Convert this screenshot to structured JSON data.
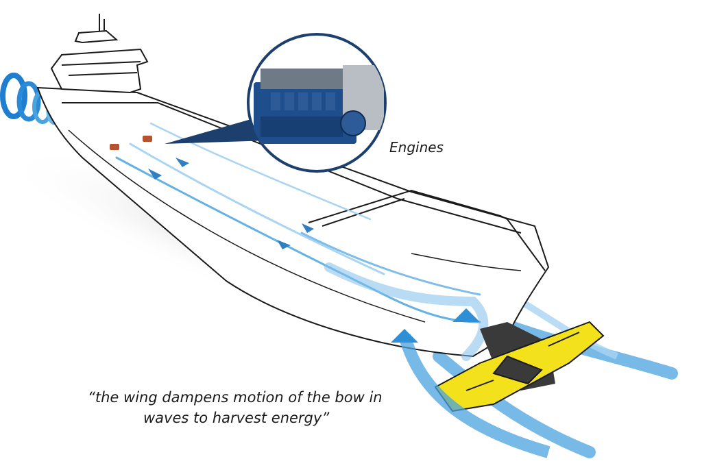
{
  "labels": {
    "engines": "Engines",
    "quote_line1": "“the wing dampens motion of the bow in",
    "quote_line2": "waves to harvest energy”"
  },
  "colors": {
    "flow_blue": "#4aa3df",
    "flow_light": "#a9d4f2",
    "engine_blue": "#1f4e8c",
    "engine_circle": "#1d3f6e",
    "wing_yellow": "#f2e11b",
    "hull_band": "#3a3a3a",
    "generator_red": "#b5532f"
  },
  "icons": [
    "propeller-vortex",
    "engine-illustration",
    "bow-wing",
    "generator-unit"
  ]
}
